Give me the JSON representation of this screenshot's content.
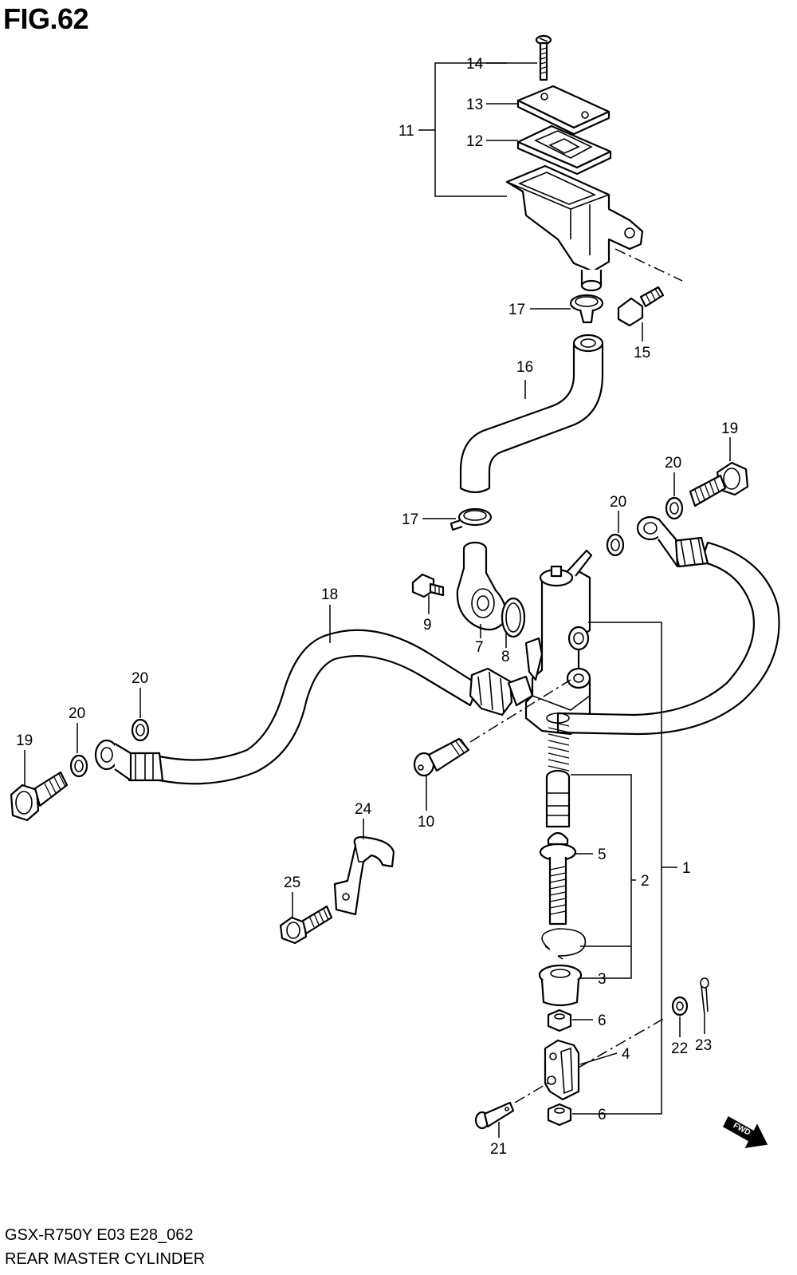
{
  "figure": {
    "title": "FIG.62",
    "model_code": "GSX-R750Y E03 E28_062",
    "caption": "REAR MASTER CYLINDER"
  },
  "parts": {
    "p1": "1",
    "p2": "2",
    "p3": "3",
    "p4": "4",
    "p5": "5",
    "p6a": "6",
    "p6b": "6",
    "p7": "7",
    "p8": "8",
    "p9": "9",
    "p10": "10",
    "p11": "11",
    "p12": "12",
    "p13": "13",
    "p14": "14",
    "p15": "15",
    "p16": "16",
    "p17a": "17",
    "p17b": "17",
    "p18": "18",
    "p19a": "19",
    "p19b": "19",
    "p20a": "20",
    "p20b": "20",
    "p20c": "20",
    "p20d": "20",
    "p21": "21",
    "p22": "22",
    "p23": "23",
    "p24": "24",
    "p25": "25"
  },
  "fwd_marker": "FWD"
}
